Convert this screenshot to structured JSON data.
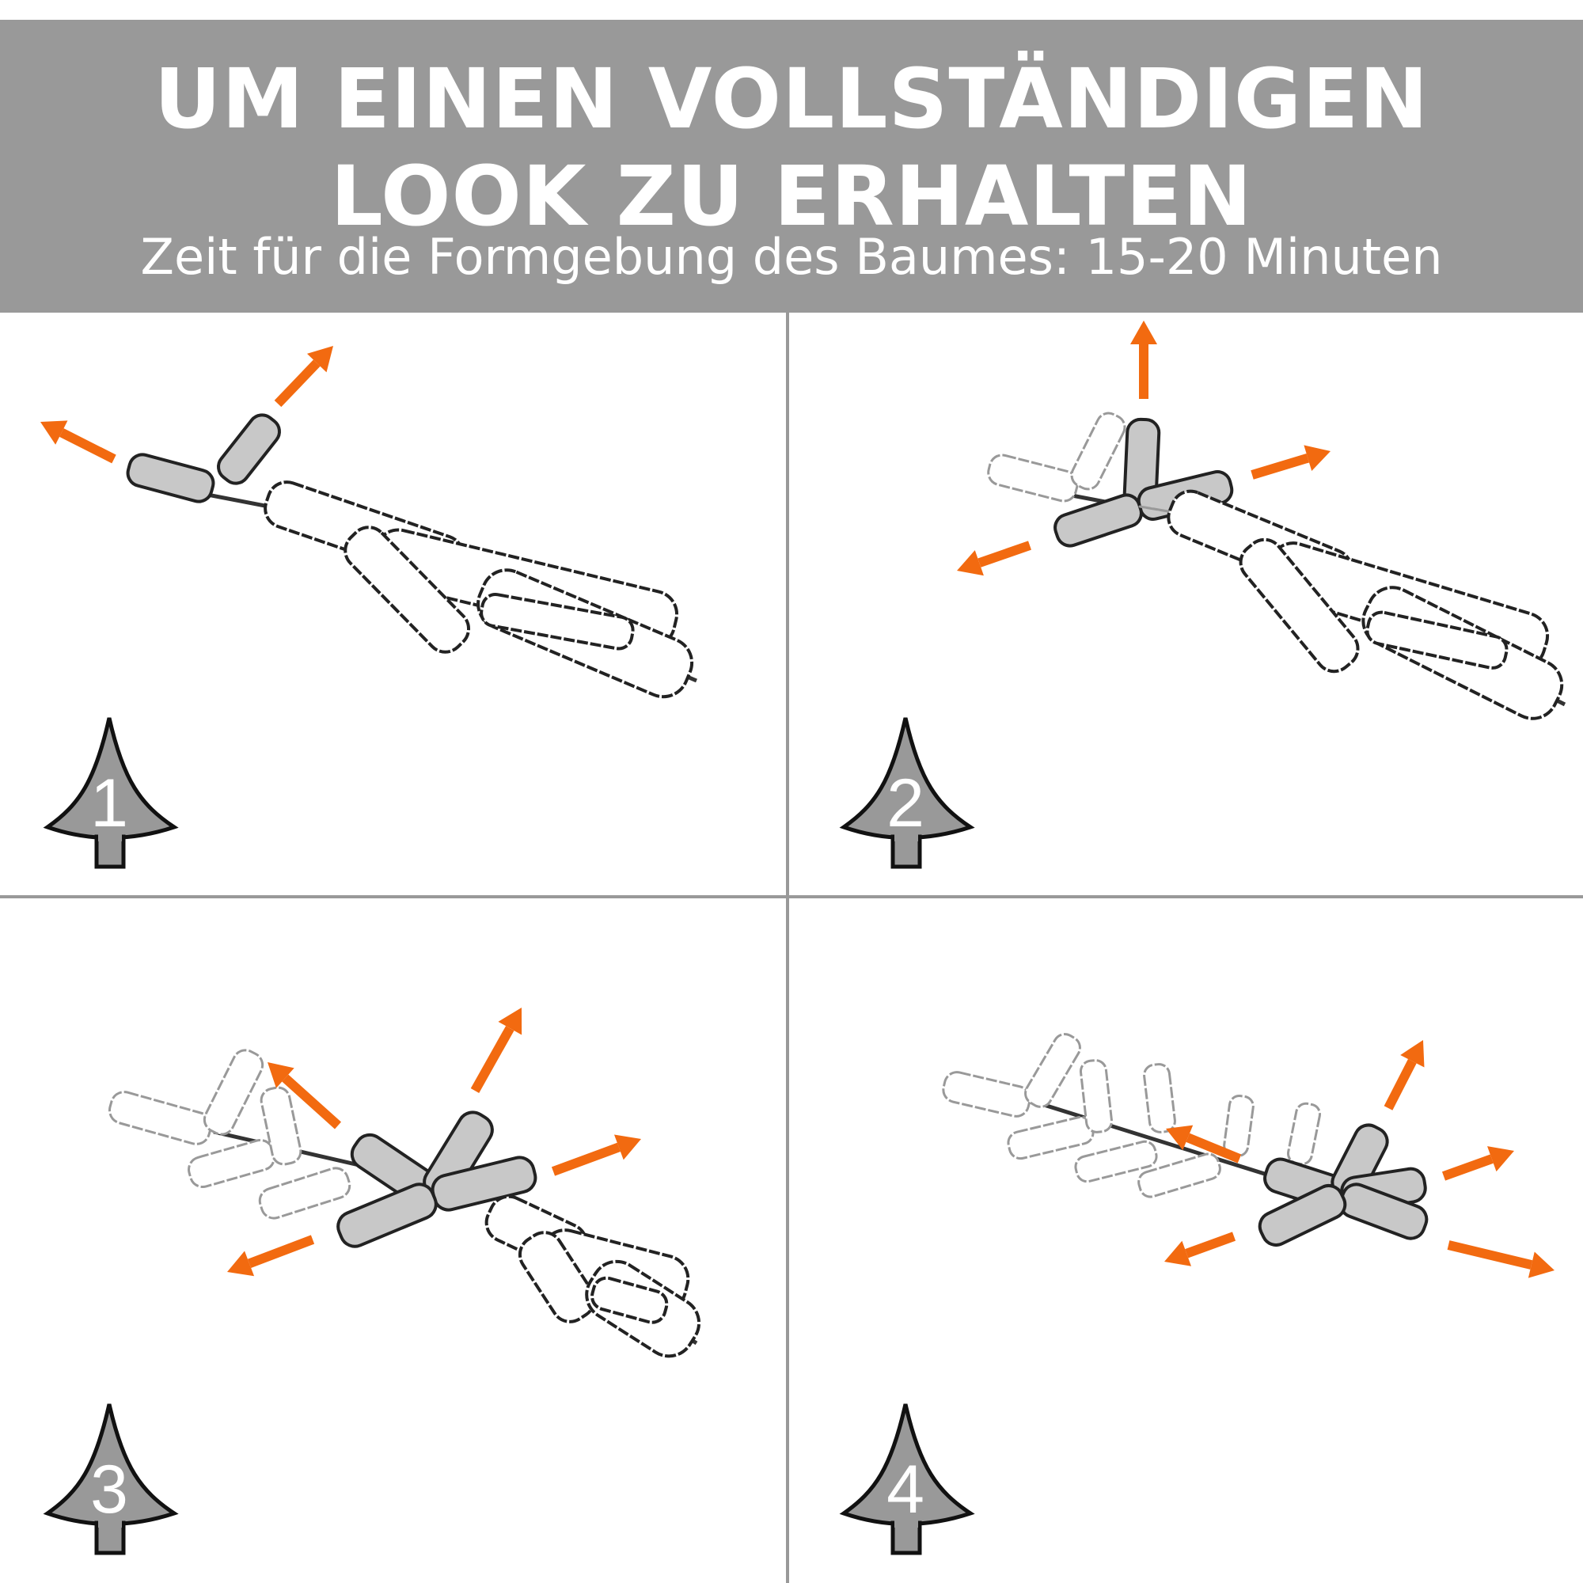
{
  "header": {
    "title_line1": "UM EINEN VOLLSTÄNDIGEN",
    "title_line2": "LOOK ZU ERHALTEN",
    "subtitle": "Zeit für die Formgebung des Baumes: 15-20 Minuten"
  },
  "steps": [
    {
      "number": "1"
    },
    {
      "number": "2"
    },
    {
      "number": "3"
    },
    {
      "number": "4"
    }
  ],
  "colors": {
    "header": "#999999",
    "arrow": "#f26a10",
    "leaf_active": "#c8c8c8",
    "badge": "#999999"
  },
  "icons": {
    "step_badge": "tree-icon",
    "direction": "arrow-icon"
  }
}
